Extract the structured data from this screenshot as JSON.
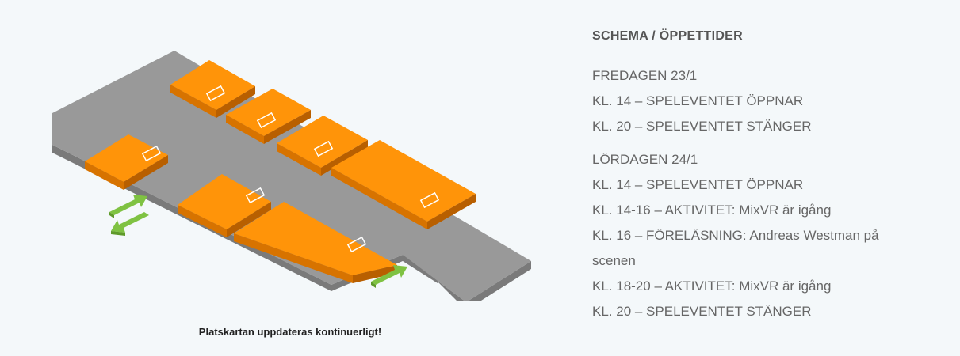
{
  "map": {
    "caption": "Platskartan uppdateras kontinuerligt!",
    "colors": {
      "floor": "#999999",
      "floor_side": "#777777",
      "booth_top": "#ff9409",
      "booth_side": "#d77300",
      "arrow": "#7fc242",
      "arrow_dark": "#5f9a2a"
    },
    "booth_icons": [
      "booth-label-icon"
    ],
    "arrow_icons": [
      "double-arrow-icon",
      "entry-arrow-icon"
    ]
  },
  "schedule": {
    "title": "SCHEMA / ÖPPETTIDER",
    "days": [
      {
        "heading": "FREDAGEN 23/1",
        "lines": [
          "KL. 14 – SPELEVENTET ÖPPNAR",
          "KL. 20 – SPELEVENTET STÄNGER"
        ]
      },
      {
        "heading": "LÖRDAGEN 24/1",
        "lines": [
          "KL. 14 – SPELEVENTET ÖPPNAR",
          "KL. 14-16 – AKTIVITET: MixVR är igång",
          "KL. 16 – FÖRELÄSNING: Andreas Westman på",
          "scenen",
          "KL. 18-20 – AKTIVITET: MixVR är igång",
          "KL. 20 – SPELEVENTET STÄNGER"
        ]
      }
    ]
  }
}
